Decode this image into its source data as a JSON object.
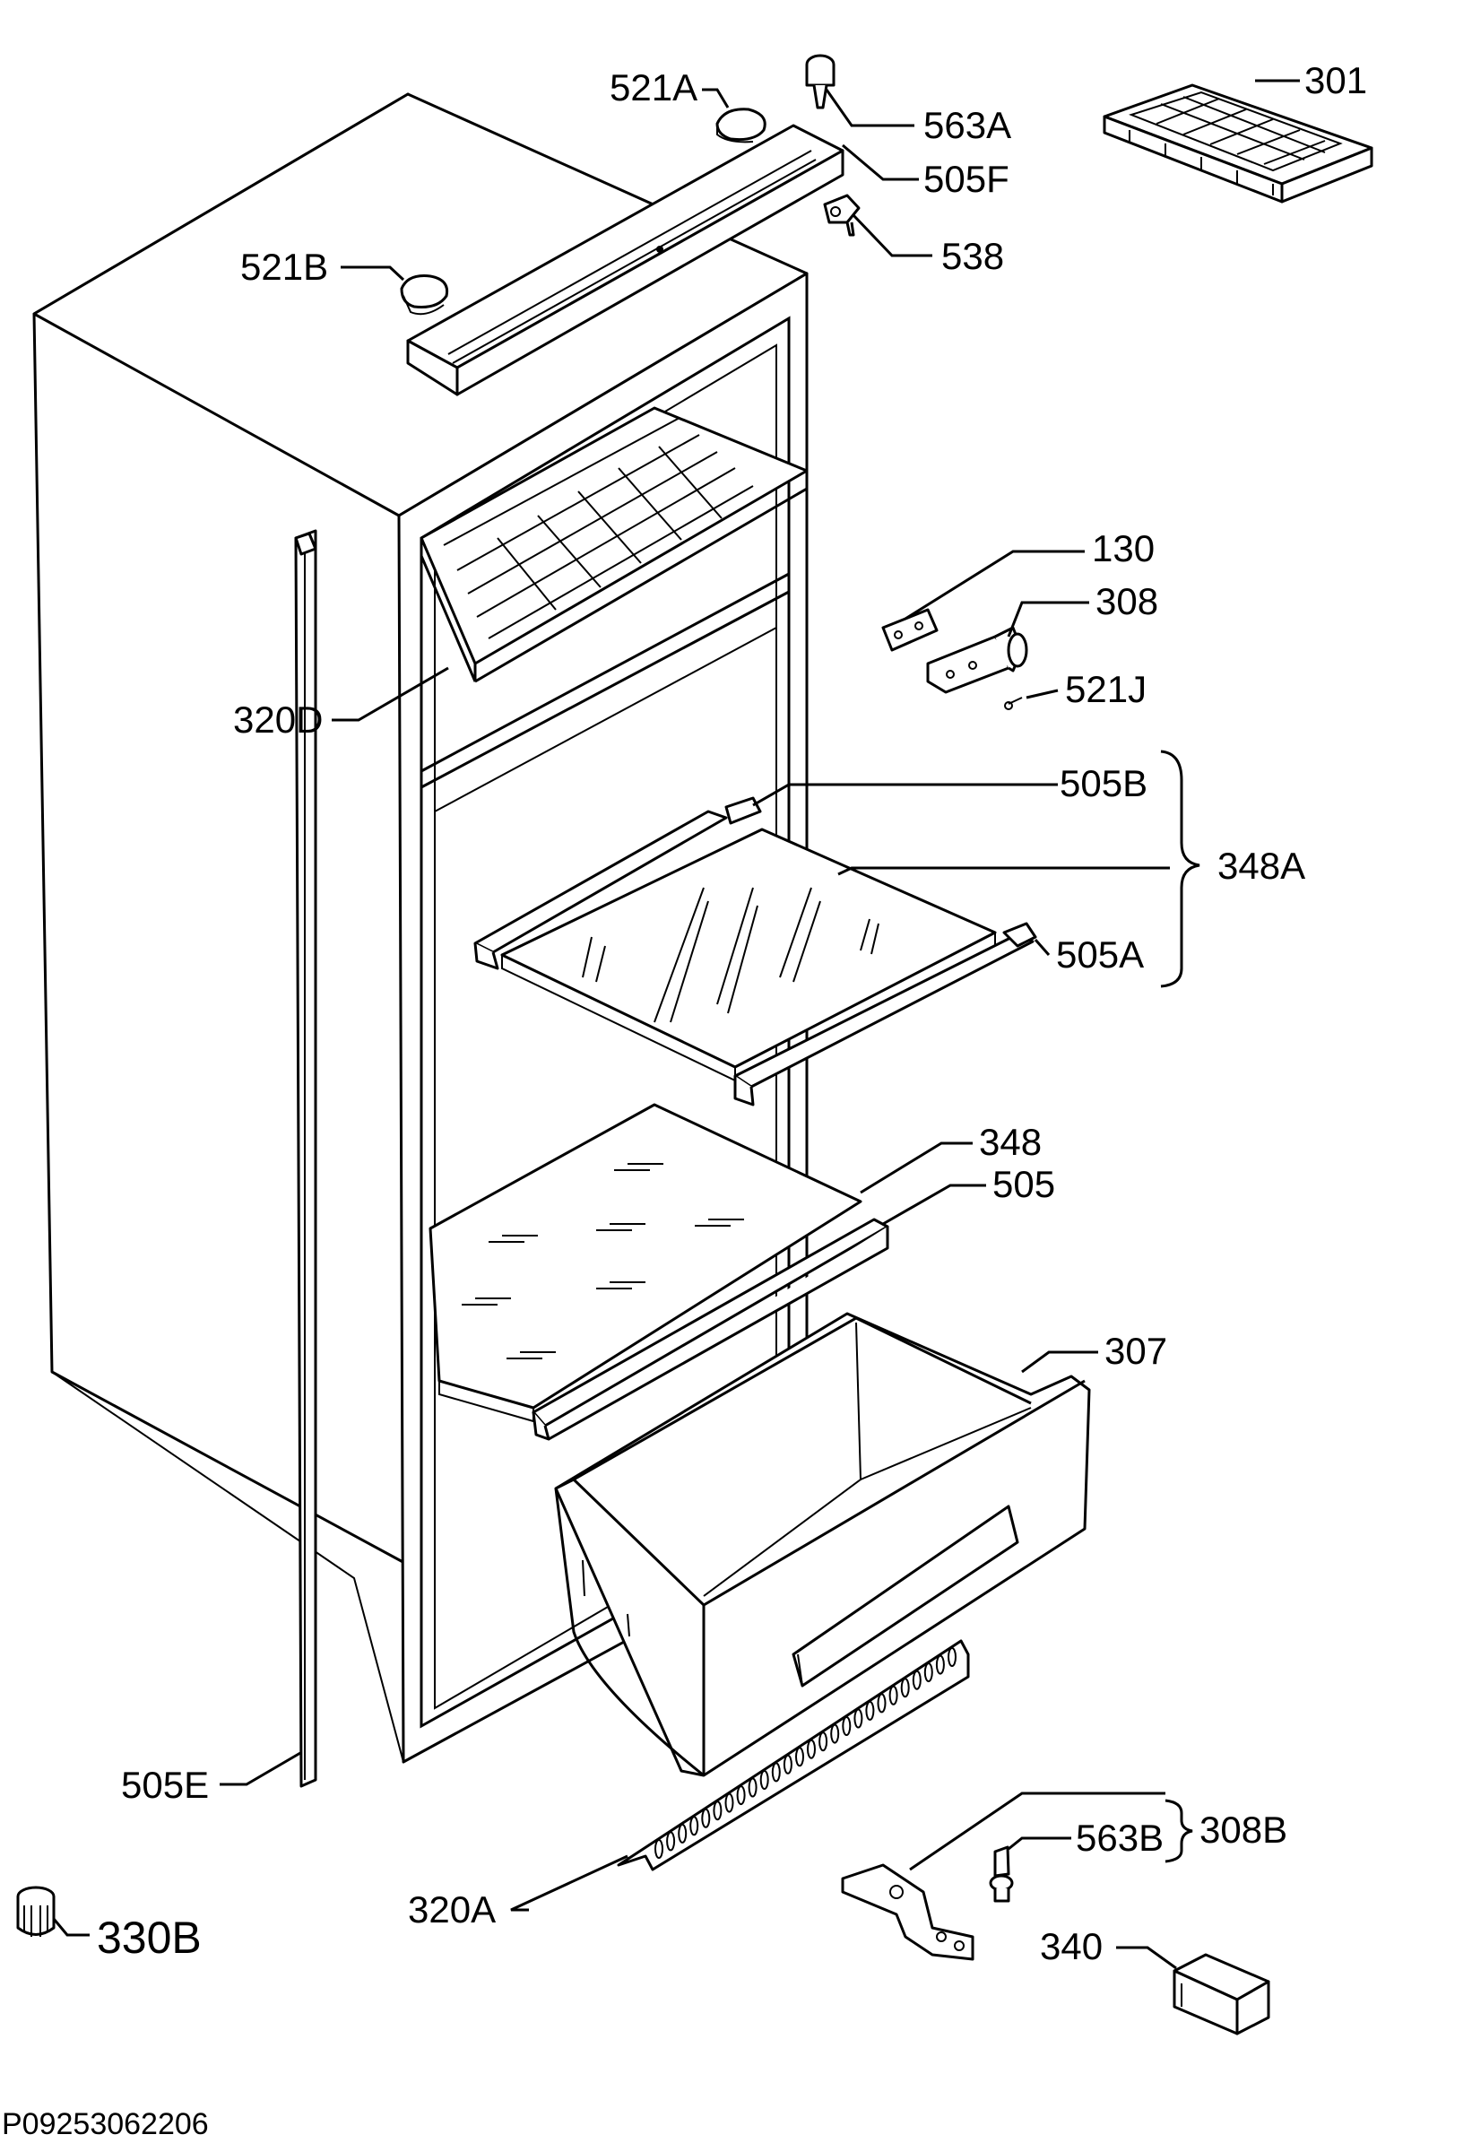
{
  "labels": {
    "l521A": "521A",
    "l563A": "563A",
    "l301": "301",
    "l505F": "505F",
    "l538": "538",
    "l521B": "521B",
    "l130": "130",
    "l308": "308",
    "l521J": "521J",
    "l320D": "320D",
    "l505B": "505B",
    "l348A": "348A",
    "l505A": "505A",
    "l348": "348",
    "l505": "505",
    "l307": "307",
    "l505E": "505E",
    "l308B": "308B",
    "l563B": "563B",
    "l330B": "330B",
    "l320A": "320A",
    "l340": "340"
  },
  "drawing_code": "P09253062206"
}
